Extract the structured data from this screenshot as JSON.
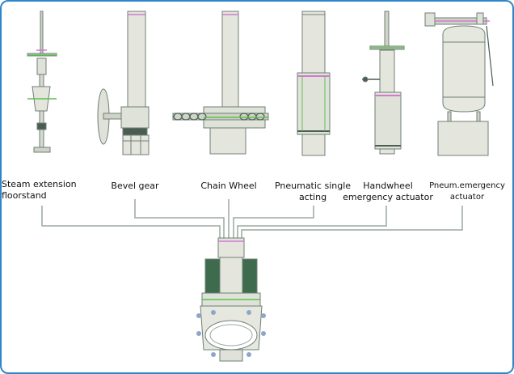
{
  "labels": [
    {
      "id": "steam",
      "line1": "Steam extension",
      "line2": "floorstand"
    },
    {
      "id": "bevel",
      "line1": "Bevel gear",
      "line2": ""
    },
    {
      "id": "chain",
      "line1": "Chain Wheel",
      "line2": ""
    },
    {
      "id": "pneumatic",
      "line1": "Pneumatic single",
      "line2": "acting"
    },
    {
      "id": "handwheel",
      "line1": "Handwheel",
      "line2": "emergency actuator"
    },
    {
      "id": "pneumemerg",
      "line1": "Pneum.emergency",
      "line2": "actuator"
    }
  ],
  "colors": {
    "border": "#2f86c9",
    "connector": "#9aa8a0",
    "body": "#e8eae2",
    "outline": "#6f7f76",
    "cylinder": "#3e6b4e",
    "accent_pink": "#d07ad0",
    "accent_green": "#5fbf4f"
  }
}
